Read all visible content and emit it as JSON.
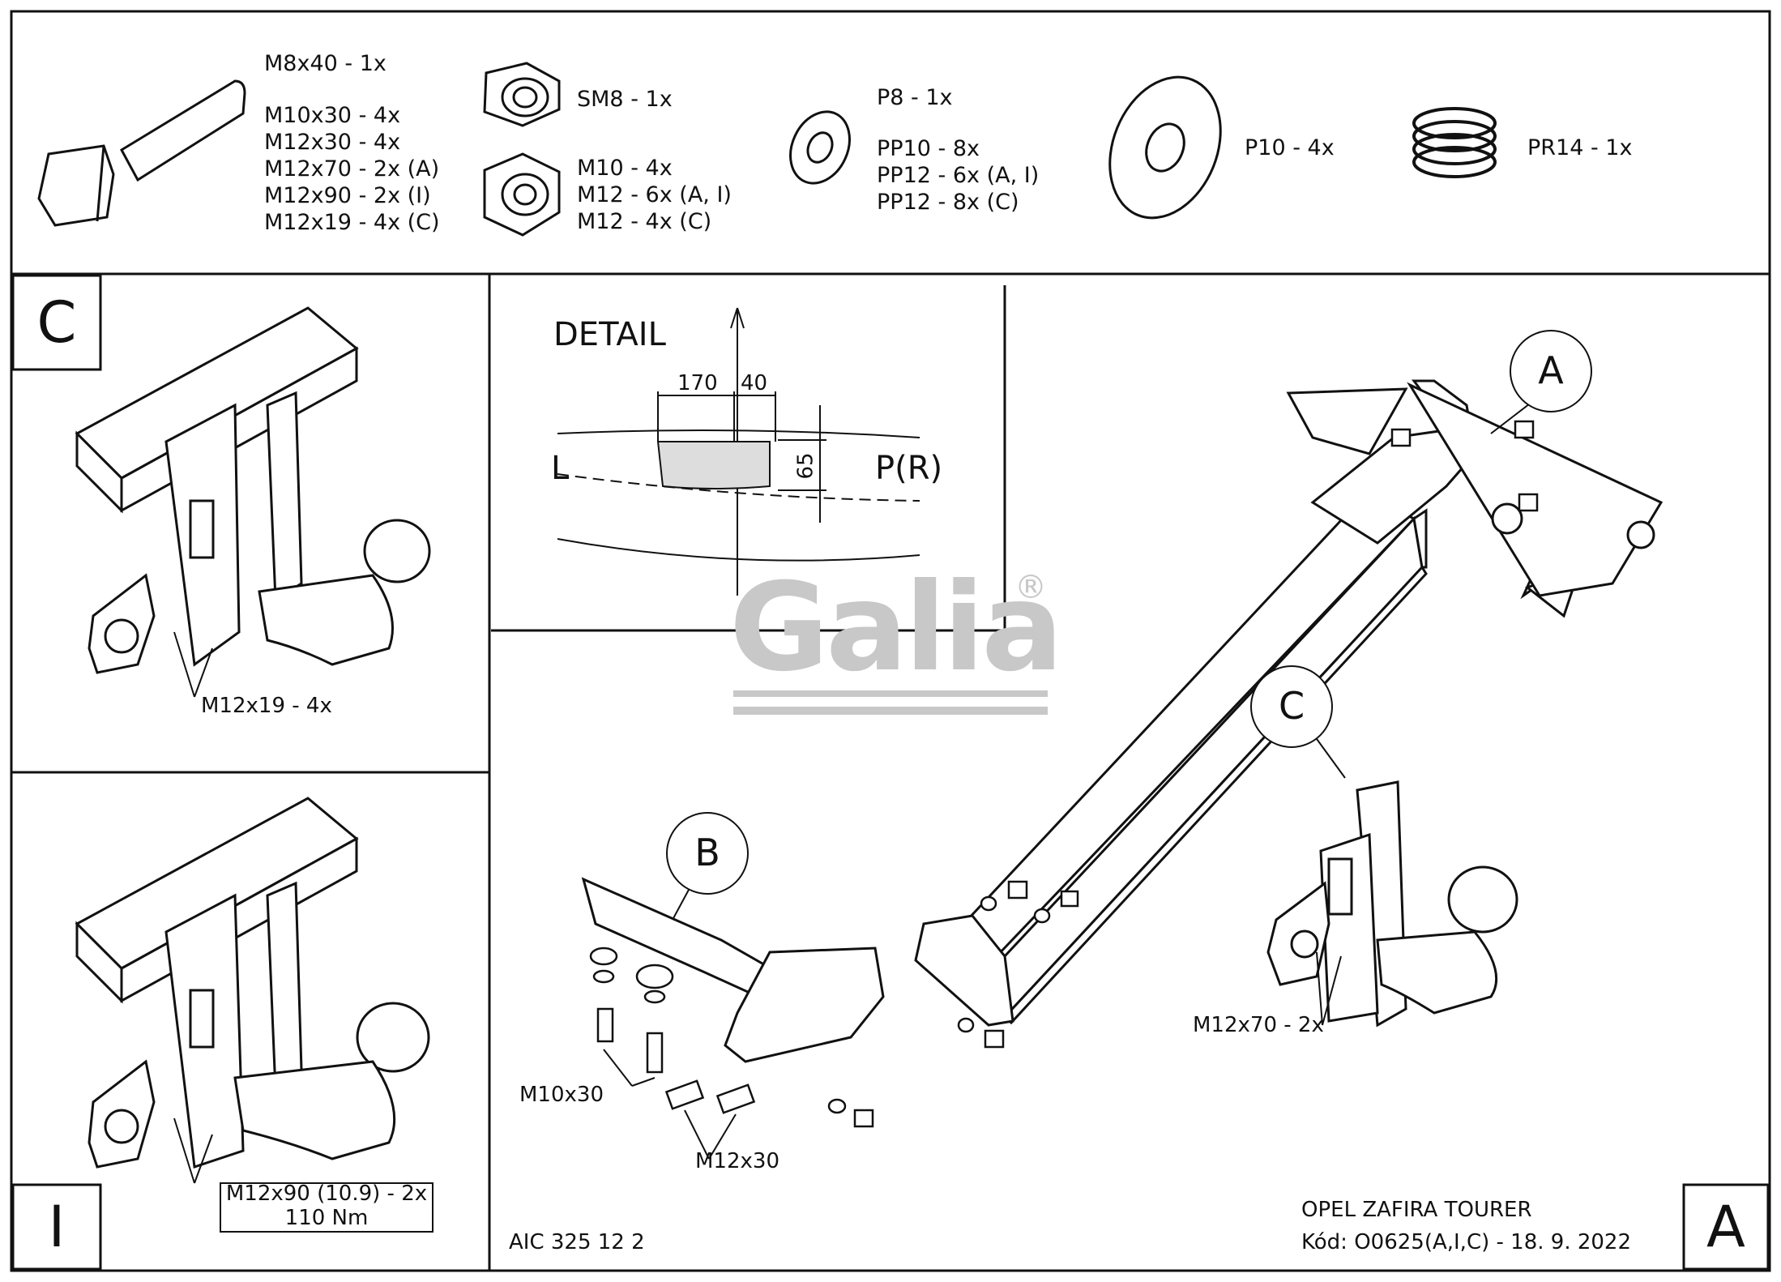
{
  "parts": {
    "bolt": [
      "M8x40 - 1x",
      "M10x30 - 4x",
      "M12x30 - 4x",
      "M12x70 - 2x (A)",
      "M12x90 - 2x (I)",
      "M12x19 - 4x (C)"
    ],
    "nut": [
      "SM8 - 1x",
      "M10 - 4x",
      "M12 - 6x (A, I)",
      "M12 - 4x (C)"
    ],
    "washer_small": [
      "P8 - 1x",
      "PP10 - 8x",
      "PP12 - 6x (A, I)",
      "PP12 - 8x (C)"
    ],
    "washer_large": [
      "P10 - 4x"
    ],
    "spring": [
      "PR14 - 1x"
    ]
  },
  "panels": {
    "c_letter": "C",
    "c_bolt_label": "M12x19 - 4x",
    "i_letter": "I",
    "i_bolt_label": "M12x90 (10.9) - 2x",
    "i_torque_label": "110 Nm",
    "a_letter": "A"
  },
  "detail": {
    "title": "DETAIL",
    "dim_1": "170",
    "dim_2": "40",
    "dim_3": "65",
    "left": "L",
    "right": "P(R)"
  },
  "main": {
    "callout_a": "A",
    "callout_b": "B",
    "callout_c": "C",
    "label_m10x30": "M10x30",
    "label_m12x30": "M12x30",
    "label_m12x70": "M12x70 - 2x",
    "doc_code": "AIC 325 12 2",
    "vehicle": "OPEL ZAFIRA TOURER",
    "code_date": "Kód: O0625(A,I,C) - 18. 9. 2022"
  },
  "logo": {
    "text": "Galia",
    "mark": "®"
  }
}
